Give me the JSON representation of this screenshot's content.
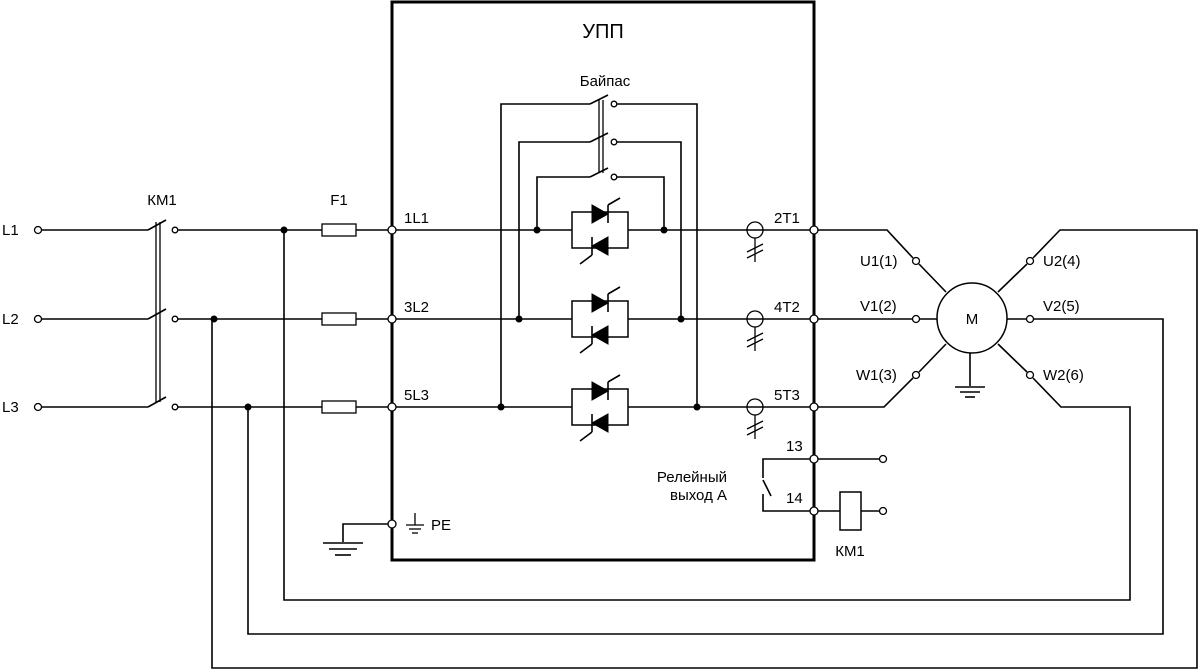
{
  "diagram": {
    "device_title": "УПП",
    "bypass_label": "Байпас",
    "contactor_label": "КМ1",
    "fuse_label": "F1",
    "lines": [
      "L1",
      "L2",
      "L3"
    ],
    "inputs": [
      "1L1",
      "3L2",
      "5L3"
    ],
    "outputs": [
      "2T1",
      "4T2",
      "5T3"
    ],
    "pe_label": "PE",
    "relay": {
      "label_line1": "Релейный",
      "label_line2": "выход А",
      "terminal_13": "13",
      "terminal_14": "14",
      "coil_label": "КМ1"
    },
    "motor": {
      "label": "M",
      "windings": [
        "U1(1)",
        "V1(2)",
        "W1(3)",
        "U2(4)",
        "V2(5)",
        "W2(6)"
      ]
    }
  }
}
